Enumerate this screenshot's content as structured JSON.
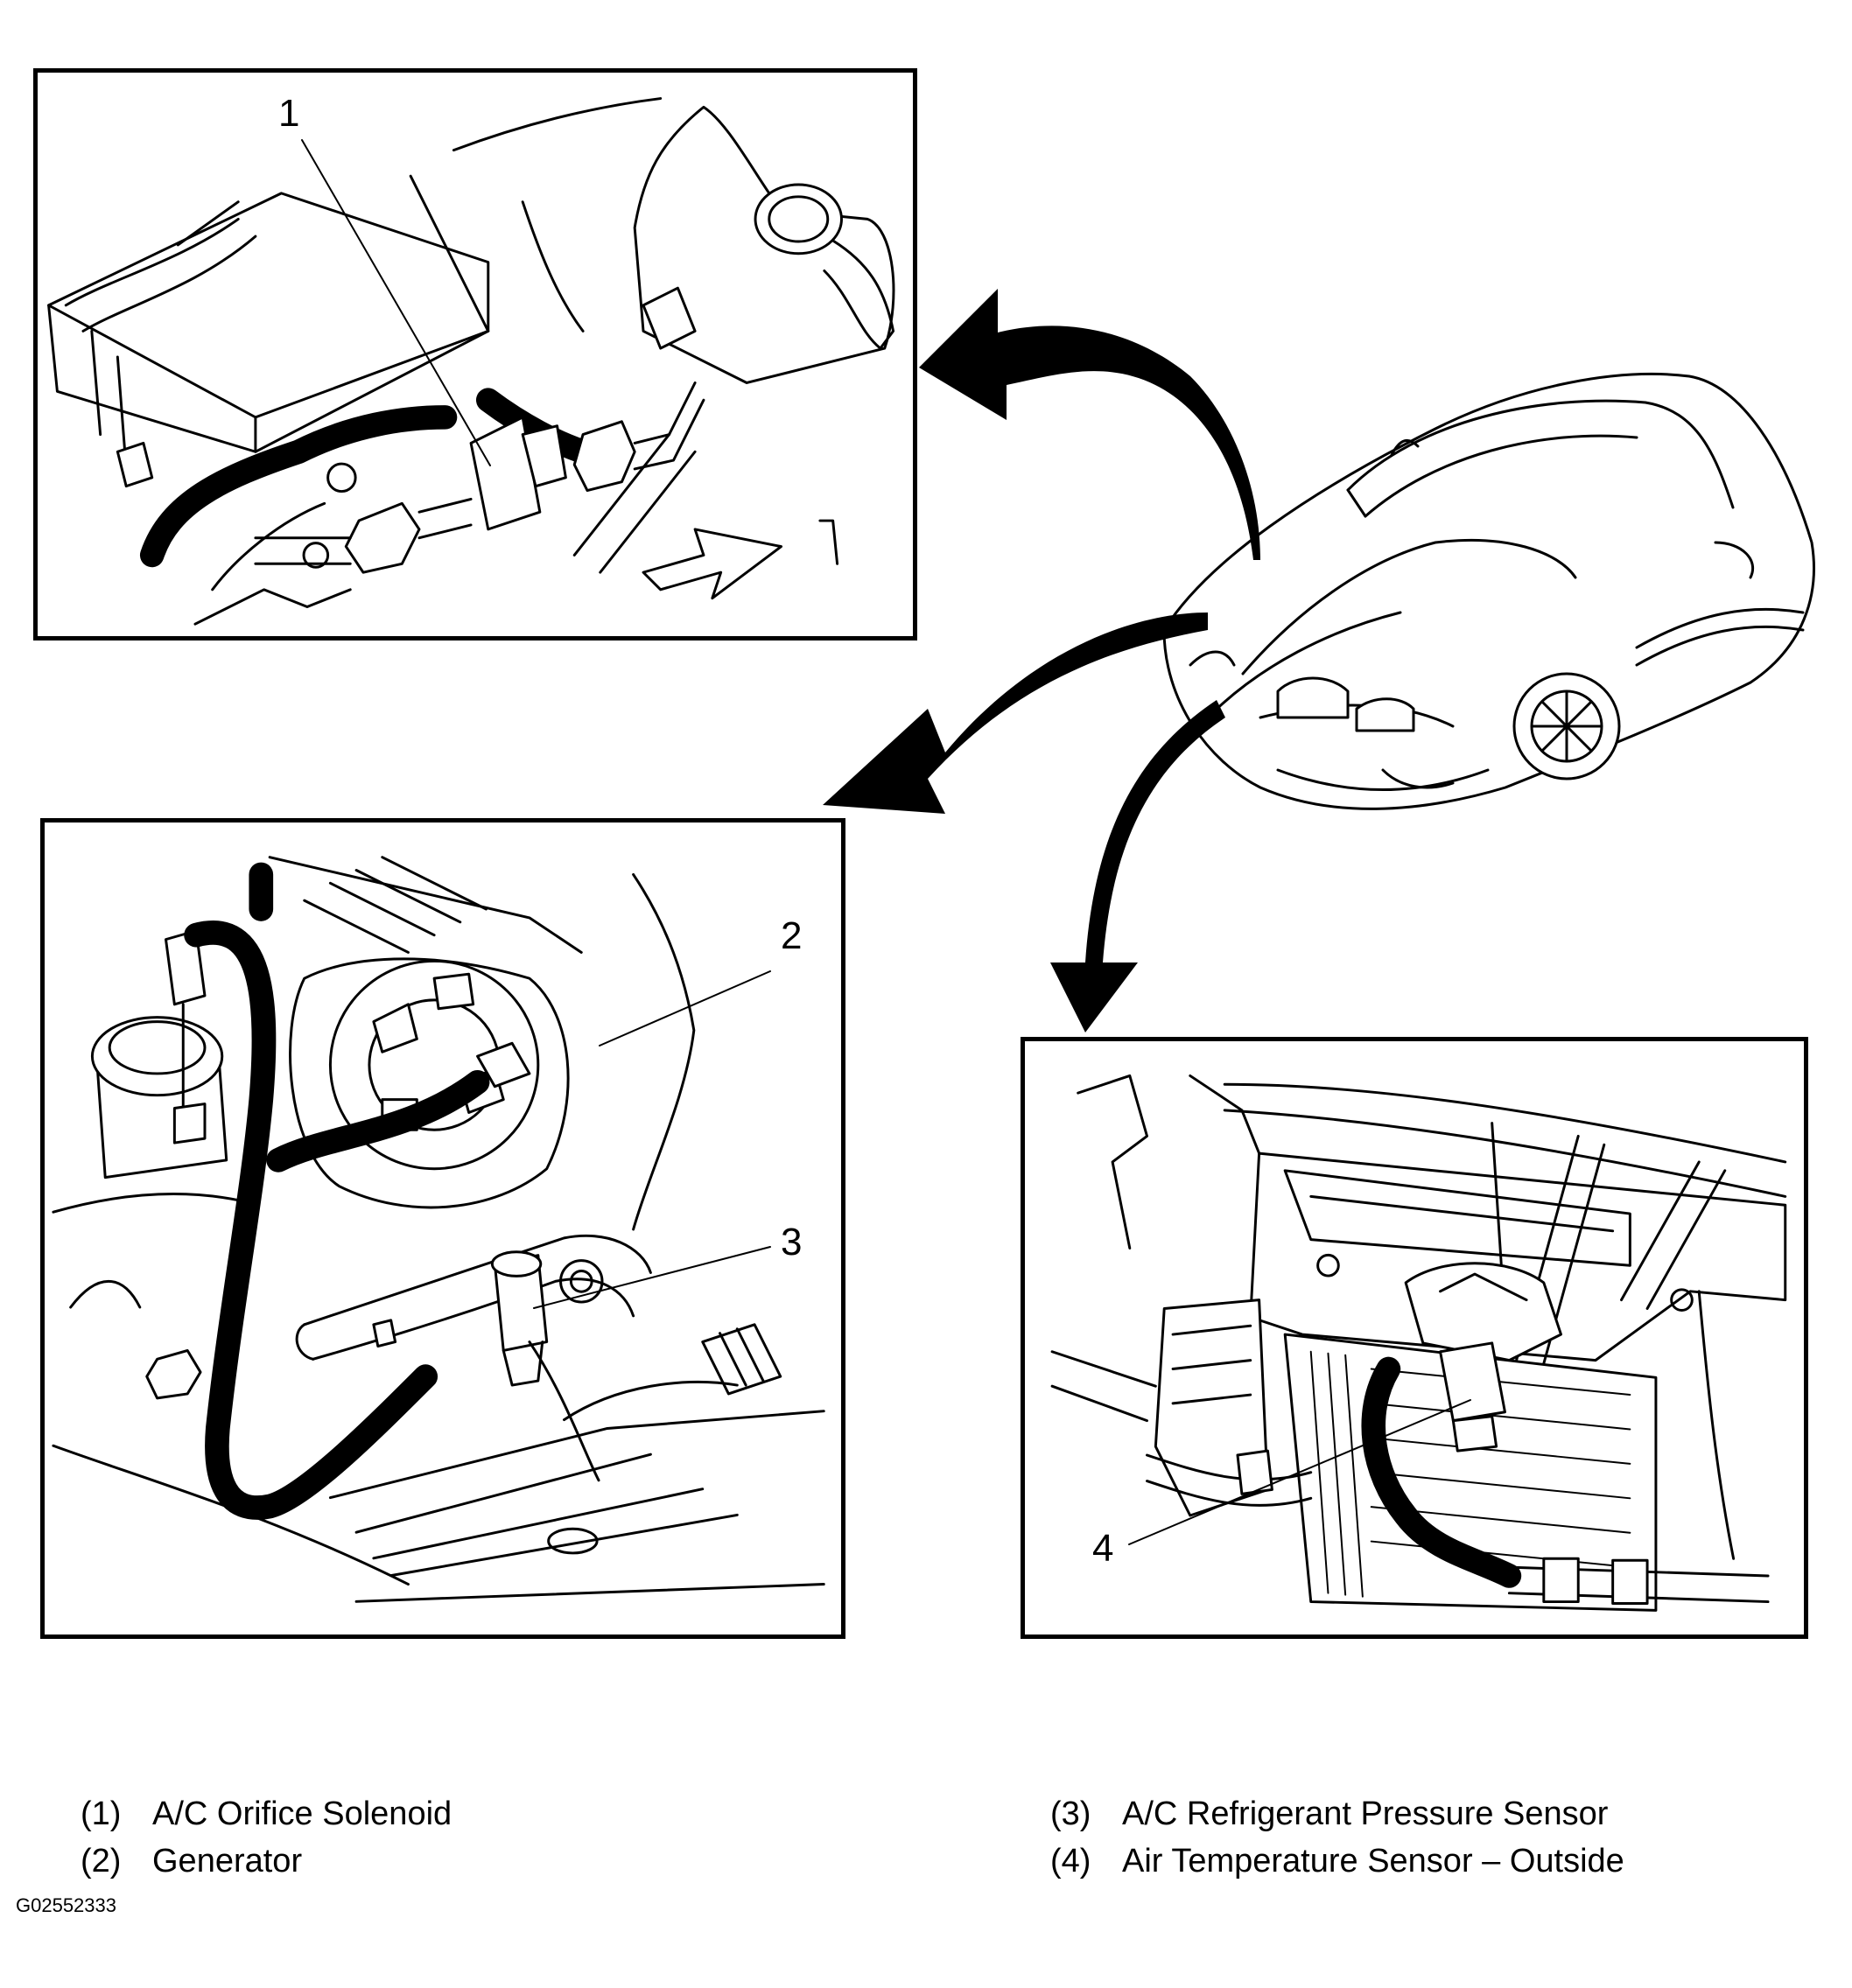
{
  "callouts": [
    {
      "id": "1",
      "label": "1"
    },
    {
      "id": "2",
      "label": "2"
    },
    {
      "id": "3",
      "label": "3"
    },
    {
      "id": "4",
      "label": "4"
    }
  ],
  "legend": [
    {
      "num": "(1)",
      "text": "A/C Orifice Solenoid"
    },
    {
      "num": "(2)",
      "text": "Generator"
    },
    {
      "num": "(3)",
      "text": "A/C Refrigerant Pressure Sensor"
    },
    {
      "num": "(4)",
      "text": "Air Temperature Sensor – Outside"
    }
  ],
  "figure_id": "G02552333"
}
